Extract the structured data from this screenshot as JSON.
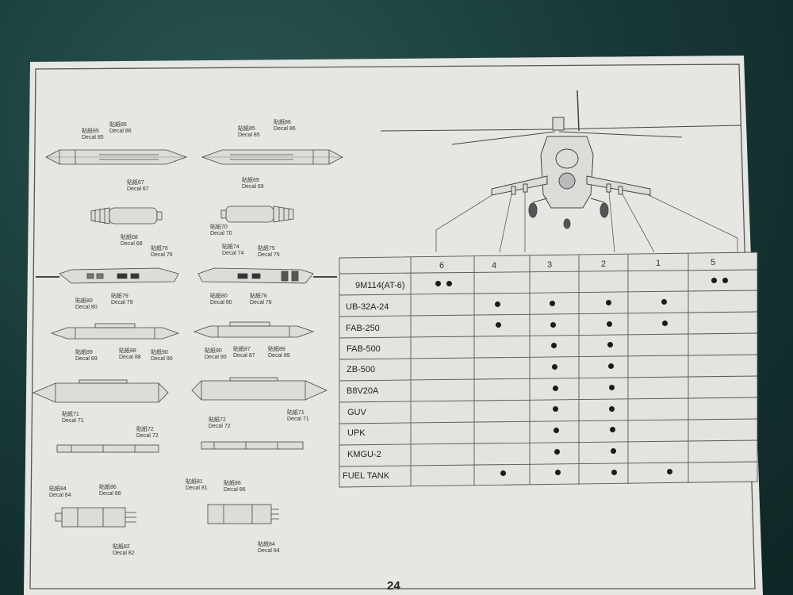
{
  "page_number": "24",
  "decals": {
    "d85a_cn": "貼紙85",
    "d85a_en": "Decal 85",
    "d86a_cn": "貼紙86",
    "d86a_en": "Decal 86",
    "d85b_cn": "貼紙85",
    "d85b_en": "Decal 85",
    "d86b_cn": "貼紙86",
    "d86b_en": "Decal 86",
    "d67_cn": "貼紙67",
    "d67_en": "Decal 67",
    "d68_cn": "貼紙68",
    "d68_en": "Decal 68",
    "d69_cn": "貼紙69",
    "d69_en": "Decal 69",
    "d70_cn": "貼紙70",
    "d70_en": "Decal 70",
    "d76a_cn": "貼紙76",
    "d76a_en": "Decal 76",
    "d74_cn": "貼紙74",
    "d74_en": "Decal 74",
    "d75_cn": "貼紙75",
    "d75_en": "Decal 75",
    "d80a_cn": "貼紙80",
    "d80a_en": "Decal 80",
    "d79_cn": "貼紙79",
    "d79_en": "Decal 79",
    "d80b_cn": "貼紙80",
    "d80b_en": "Decal 80",
    "d76b_cn": "貼紙76",
    "d76b_en": "Decal 76",
    "d89a_cn": "貼紙89",
    "d89a_en": "Decal 89",
    "d88_cn": "貼紙88",
    "d88_en": "Decal 88",
    "d90a_cn": "貼紙90",
    "d90a_en": "Decal 90",
    "d90b_cn": "貼紙90",
    "d90b_en": "Decal 90",
    "d87_cn": "貼紙87",
    "d87_en": "Decal 87",
    "d89b_cn": "貼紙89",
    "d89b_en": "Decal 89",
    "d71a_cn": "貼紙71",
    "d71a_en": "Decal 71",
    "d72a_cn": "貼紙72",
    "d72a_en": "Decal 72",
    "d72b_cn": "貼紙72",
    "d72b_en": "Decal 72",
    "d71b_cn": "貼紙71",
    "d71b_en": "Decal 71",
    "d84a_cn": "貼紙84",
    "d84a_en": "Decal 84",
    "d86c_cn": "貼紙86",
    "d86c_en": "Decal 86",
    "d82_cn": "貼紙82",
    "d82_en": "Decal 82",
    "d81_cn": "貼紙81",
    "d81_en": "Decal 81",
    "d86d_cn": "貼紙86",
    "d86d_en": "Decal 86",
    "d84b_cn": "貼紙84",
    "d84b_en": "Decal 84"
  },
  "table": {
    "headers": [
      "6",
      "4",
      "3",
      "2",
      "1",
      "5"
    ],
    "rows": [
      {
        "label": "9M114(AT-6)",
        "marks": [
          2,
          0,
          0,
          0,
          0,
          2
        ]
      },
      {
        "label": "UB-32A-24",
        "marks": [
          0,
          1,
          1,
          1,
          1,
          0
        ]
      },
      {
        "label": "FAB-250",
        "marks": [
          0,
          1,
          1,
          1,
          1,
          0
        ]
      },
      {
        "label": "FAB-500",
        "marks": [
          0,
          0,
          1,
          1,
          0,
          0
        ]
      },
      {
        "label": "ZB-500",
        "marks": [
          0,
          0,
          1,
          1,
          0,
          0
        ]
      },
      {
        "label": "B8V20A",
        "marks": [
          0,
          0,
          1,
          1,
          0,
          0
        ]
      },
      {
        "label": "GUV",
        "marks": [
          0,
          0,
          1,
          1,
          0,
          0
        ]
      },
      {
        "label": "UPK",
        "marks": [
          0,
          0,
          1,
          1,
          0,
          0
        ]
      },
      {
        "label": "KMGU-2",
        "marks": [
          0,
          0,
          1,
          1,
          0,
          0
        ]
      },
      {
        "label": "FUEL TANK",
        "marks": [
          0,
          1,
          1,
          1,
          1,
          0
        ]
      }
    ]
  }
}
